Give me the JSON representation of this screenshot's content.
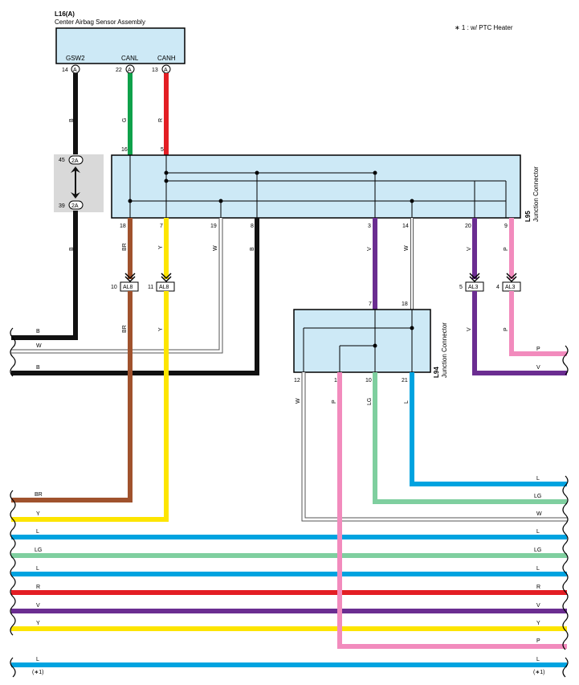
{
  "note": "∗ 1 : w/ PTC Heater",
  "colors": {
    "B": "#111111",
    "W": "#ffffff",
    "G": "#0fa14a",
    "R": "#e31e24",
    "BR": "#a0522d",
    "Y": "#fde500",
    "V": "#6b2d91",
    "P": "#f28bbd",
    "L": "#00a3e0",
    "LG": "#7fcf9f",
    "box": "#cde9f6",
    "gray_block": "#d9d9d9"
  },
  "l16": {
    "id": "L16(A)",
    "name": "Center Airbag Sensor Assembly",
    "pins": [
      {
        "label": "GSW2",
        "num": "14",
        "tag": "A"
      },
      {
        "label": "CANL",
        "num": "22",
        "tag": "A"
      },
      {
        "label": "CANH",
        "num": "13",
        "tag": "A"
      }
    ]
  },
  "wire_labels": {
    "gsw2_upper": "B",
    "canl": "G",
    "canh": "R",
    "gsw2_lower": "B",
    "l95_18": "BR",
    "l95_7": "Y",
    "l95_19": "W",
    "l95_8": "B",
    "l95_3": "V",
    "l95_14": "W",
    "l95_20": "V",
    "l95_9": "P",
    "al8_10_out": "BR",
    "al8_11_out": "Y",
    "al3_5_out": "V",
    "al3_4_out": "P",
    "l94_12": "W",
    "l94_1": "P",
    "l94_10": "LG",
    "l94_21": "L"
  },
  "joint_2a": {
    "top_pin": "45",
    "bottom_pin": "39",
    "tag": "2A"
  },
  "l95": {
    "id": "L95",
    "name": "Junction Connector",
    "top_pins": [
      "16",
      "5"
    ],
    "bottom_pins": [
      "18",
      "7",
      "19",
      "8",
      "3",
      "14",
      "20",
      "9"
    ]
  },
  "al8": [
    {
      "pin": "10",
      "tag": "AL8"
    },
    {
      "pin": "11",
      "tag": "AL8"
    }
  ],
  "al3": [
    {
      "pin": "5",
      "tag": "AL3"
    },
    {
      "pin": "4",
      "tag": "AL3"
    }
  ],
  "l94": {
    "id": "L94",
    "name": "Junction Connector",
    "top_pins": [
      "7",
      "18"
    ],
    "bottom_pins": [
      "12",
      "1",
      "10",
      "21"
    ]
  },
  "left_lines": [
    "B",
    "W",
    "B",
    "BR",
    "Y",
    "L",
    "LG",
    "L",
    "R",
    "V",
    "Y",
    "L"
  ],
  "right_lines": [
    "P",
    "V",
    "L",
    "LG",
    "W",
    "L",
    "LG",
    "L",
    "R",
    "V",
    "Y",
    "P",
    "L"
  ],
  "footnote_left": "(∗1)",
  "footnote_right": "(∗1)"
}
